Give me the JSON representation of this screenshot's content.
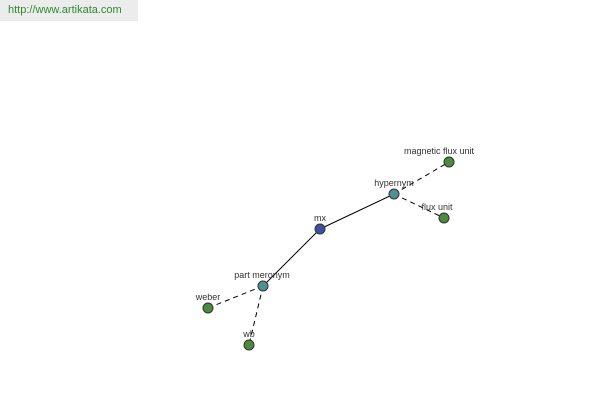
{
  "header": {
    "url": "http://www.artikata.com"
  },
  "colors": {
    "center_node": "#3d4fa0",
    "relation_node": "#4f9090",
    "leaf_node": "#4c8a3e"
  },
  "graph": {
    "nodes": [
      {
        "id": "mx",
        "label": "mx",
        "kind": "center"
      },
      {
        "id": "hypernym",
        "label": "hypernym",
        "kind": "relation"
      },
      {
        "id": "part_meronym",
        "label": "part meronym",
        "kind": "relation"
      },
      {
        "id": "magnetic_flux_unit",
        "label": "magnetic flux unit",
        "kind": "leaf"
      },
      {
        "id": "flux_unit",
        "label": "flux unit",
        "kind": "leaf"
      },
      {
        "id": "weber",
        "label": "weber",
        "kind": "leaf"
      },
      {
        "id": "wb",
        "label": "wb",
        "kind": "leaf"
      }
    ],
    "edges": [
      {
        "from": "mx",
        "to": "hypernym",
        "style": "solid"
      },
      {
        "from": "mx",
        "to": "part_meronym",
        "style": "solid"
      },
      {
        "from": "hypernym",
        "to": "magnetic_flux_unit",
        "style": "dashed"
      },
      {
        "from": "hypernym",
        "to": "flux_unit",
        "style": "dashed"
      },
      {
        "from": "part_meronym",
        "to": "weber",
        "style": "dashed"
      },
      {
        "from": "part_meronym",
        "to": "wb",
        "style": "dashed"
      }
    ]
  }
}
